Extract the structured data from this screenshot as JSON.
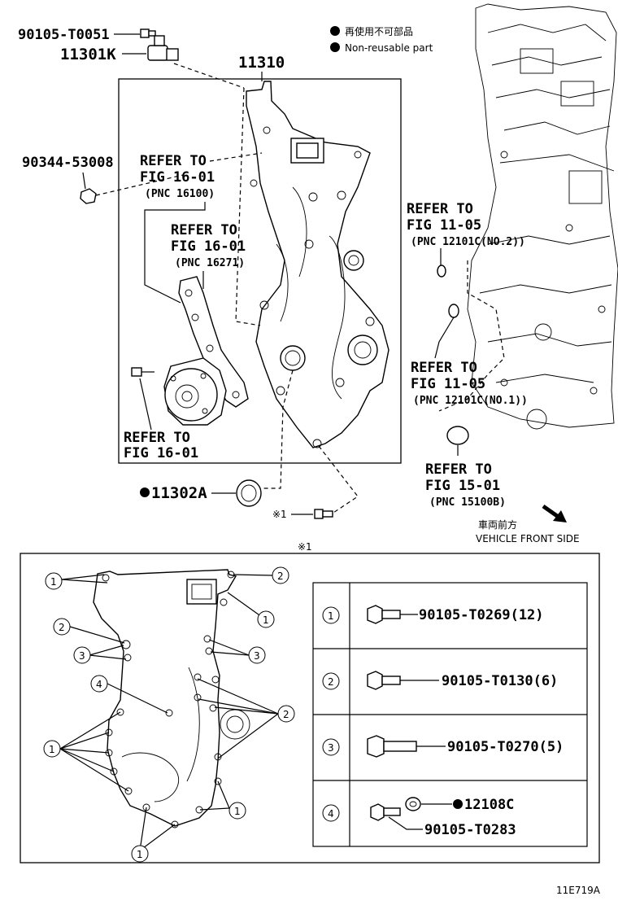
{
  "legend": {
    "jp": "再使用不可部品",
    "en": "Non-reusable part"
  },
  "parts": {
    "p1": "90105-T0051",
    "p2": "11301K",
    "p3": "11310",
    "p4": "90344-53008",
    "p5": "11302A",
    "p6": "※1"
  },
  "refs": [
    {
      "line1": "REFER TO",
      "line2": "FIG 16-01",
      "pnc": "(PNC 16100)"
    },
    {
      "line1": "REFER TO",
      "line2": "FIG 16-01",
      "pnc": "(PNC 16271)"
    },
    {
      "line1": "REFER TO",
      "line2": "FIG 16-01",
      "pnc": ""
    },
    {
      "line1": "REFER TO",
      "line2": "FIG 11-05",
      "pnc": "(PNC 12101C(NO.2))"
    },
    {
      "line1": "REFER TO",
      "line2": "FIG 11-05",
      "pnc": "(PNC 12101C(NO.1))"
    },
    {
      "line1": "REFER TO",
      "line2": "FIG 15-01",
      "pnc": "(PNC 15100B)"
    }
  ],
  "direction": {
    "jp": "車両前方",
    "en": "VEHICLE FRONT SIDE"
  },
  "detail": {
    "mark": "※1",
    "table": [
      {
        "num": "1",
        "part": "90105-T0269(12)"
      },
      {
        "num": "2",
        "part": "90105-T0130(6)"
      },
      {
        "num": "3",
        "part": "90105-T0270(5)"
      },
      {
        "num": "4",
        "part": "12108C",
        "part2": "90105-T0283"
      }
    ],
    "callouts": [
      "1",
      "2",
      "1",
      "2",
      "3",
      "3",
      "4",
      "2",
      "1",
      "1",
      "1"
    ]
  },
  "figure_code": "11E719A"
}
